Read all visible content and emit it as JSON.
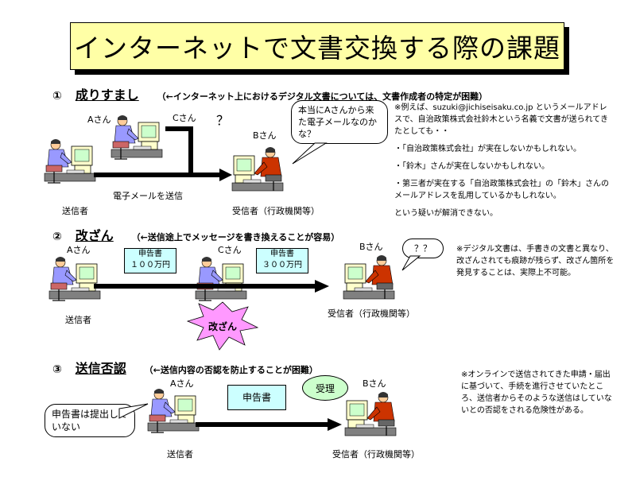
{
  "title": "インターネットで文書交換する際の課題",
  "section1": {
    "num": "①",
    "name": "成りすまし",
    "sub": "（←インターネット上におけるデジタル文書については、文書作成者の特定が困難）",
    "person_a": "Aさん",
    "person_c": "Cさん",
    "question": "？",
    "person_b": "Bさん",
    "bubble": "本当にAさんから来た電子メールなのかな？",
    "arrow_label": "電子メールを送信",
    "sender": "送信者",
    "receiver": "受信者（行政機関等）",
    "notes": [
      "※例えば、suzuki@jichiseisaku.co.jp というメールアドレスで、自治政策株式会社鈴木という名義で文書が送られてきたとしても・・",
      "・「自治政策株式会社」が実在しないかもしれない。",
      "・「鈴木」さんが実在しないかもしれない。",
      "・第三者が実在する「自治政策株式会社」の「鈴木」さんのメールアドレスを乱用しているかもしれない。",
      "という疑いが解消できない。"
    ]
  },
  "section2": {
    "num": "②",
    "name": "改ざん",
    "sub": "（←送信途上でメッセージを書き換えることが容易）",
    "person_a": "Aさん",
    "person_c": "Cさん",
    "person_b": "Bさん",
    "doc1_line1": "申告書",
    "doc1_line2": "１００万円",
    "doc2_line1": "申告書",
    "doc2_line2": "３００万円",
    "bubble": "？？",
    "burst": "改ざん",
    "sender": "送信者",
    "receiver": "受信者（行政機関等）",
    "note": "※デジタル文書は、手書きの文書と異なり、改ざんされても痕跡が残らず、改ざん箇所を発見することは、実際上不可能。"
  },
  "section3": {
    "num": "③",
    "name": "送信否認",
    "sub": "（←送信内容の否認を防止することが困難）",
    "person_a": "Aさん",
    "person_b": "Bさん",
    "doc": "申告書",
    "accept": "受理",
    "bubble": "申告書は提出していない",
    "sender": "送信者",
    "receiver": "受信者（行政機関等）",
    "note": "※オンラインで送信されてきた申請・届出に基づいて、手続を進行させていたところ、送信者からそのような送信はしていないとの否認をされる危険性がある。"
  },
  "colors": {
    "title_bg": "#ffffa6",
    "doc_bg": "#ccffff",
    "accept_bg": "#ccffcc",
    "burst_bg": "#ff99ff",
    "person_body": "#9999ff",
    "person_b_body": "#cc3300",
    "monitor": "#ffffcc",
    "skin": "#ffcc99"
  }
}
